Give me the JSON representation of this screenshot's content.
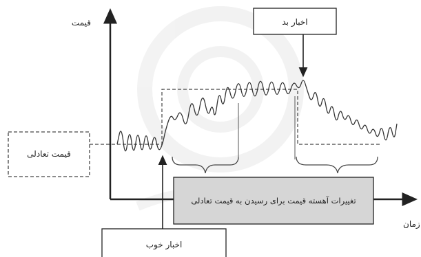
{
  "axes": {
    "y_label": "قیمت",
    "x_label": "زمان"
  },
  "labels": {
    "bad_news": "اخبار بد",
    "good_news": "اخبار خوب",
    "equilibrium_price": "قیمت تعادلی",
    "gradual_change": "تغییرات آهسته قیمت برای رسیدن به قیمت تعادلی"
  },
  "colors": {
    "line": "#222222",
    "curve": "#333333",
    "dashed": "#444444",
    "gradual_box_fill": "#d6d6d6",
    "watermark": "#ebebeb"
  }
}
